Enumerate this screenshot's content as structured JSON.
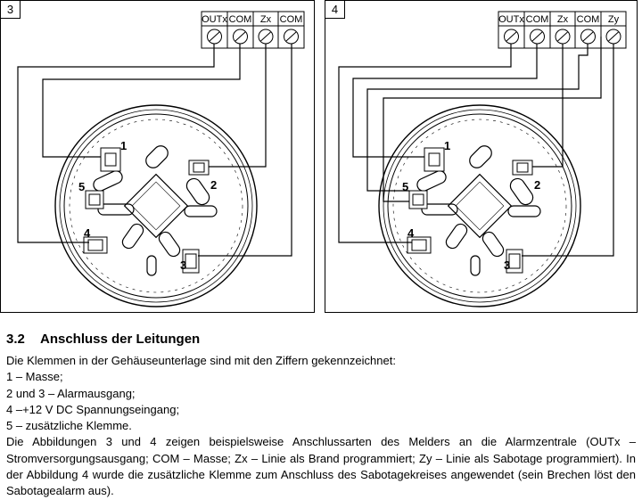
{
  "figure3": {
    "number": "3",
    "terminals": [
      "OUTx",
      "COM",
      "Zx",
      "COM"
    ],
    "pins": [
      "1",
      "2",
      "3",
      "4",
      "5"
    ]
  },
  "figure4": {
    "number": "4",
    "terminals": [
      "OUTx",
      "COM",
      "Zx",
      "COM",
      "Zy"
    ],
    "pins": [
      "1",
      "2",
      "3",
      "4",
      "5"
    ]
  },
  "section": {
    "number": "3.2",
    "title": "Anschluss der Leitungen",
    "intro": "Die Klemmen in der Gehäuseunterlage sind mit den Ziffern gekennzeichnet:",
    "items": [
      "1 – Masse;",
      "2 und 3 – Alarmausgang;",
      "4 –+12 V DC Spannungseingang;",
      "5 – zusätzliche Klemme."
    ],
    "paragraph": "Die Abbildungen 3 und 4 zeigen beispielsweise Anschlussarten des Melders an die Alarmzentrale (OUTx – Stromversorgungsausgang; COM – Masse; Zx – Linie als Brand programmiert; Zy – Linie als Sabotage programmiert). In der Abbildung 4 wurde die zusätzliche Klemme zum Anschluss des Sabotagekreises angewendet (sein Brechen löst den Sabotagealarm aus)."
  }
}
